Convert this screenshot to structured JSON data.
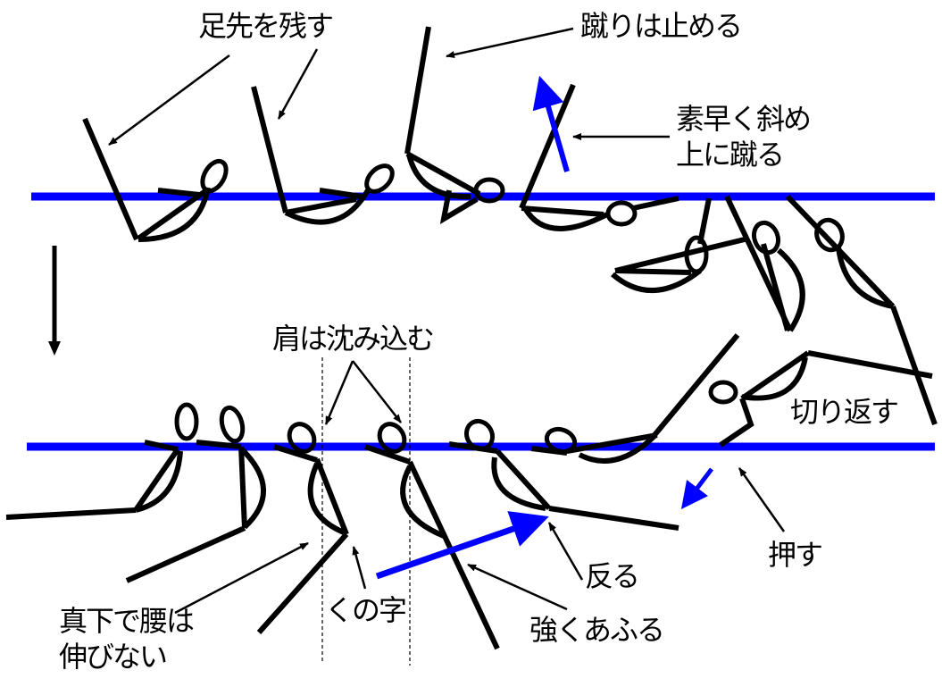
{
  "colors": {
    "water_line": "#0000ff",
    "figure": "#000000",
    "force_arrow": "#0000ff"
  },
  "labels": {
    "keep_toes": "足先を残す",
    "stop_kick": "蹴りは止める",
    "kick_diag_line1": "素早く斜め",
    "kick_diag_line2": "上に蹴る",
    "shoulder_sink": "肩は沈み込む",
    "turn_back": "切り返す",
    "waist_line1": "真下で腰は",
    "waist_line2": "伸びない",
    "ku_shape": "くの字",
    "strong_fan": "強くあふる",
    "arch": "反る",
    "push": "押す"
  }
}
